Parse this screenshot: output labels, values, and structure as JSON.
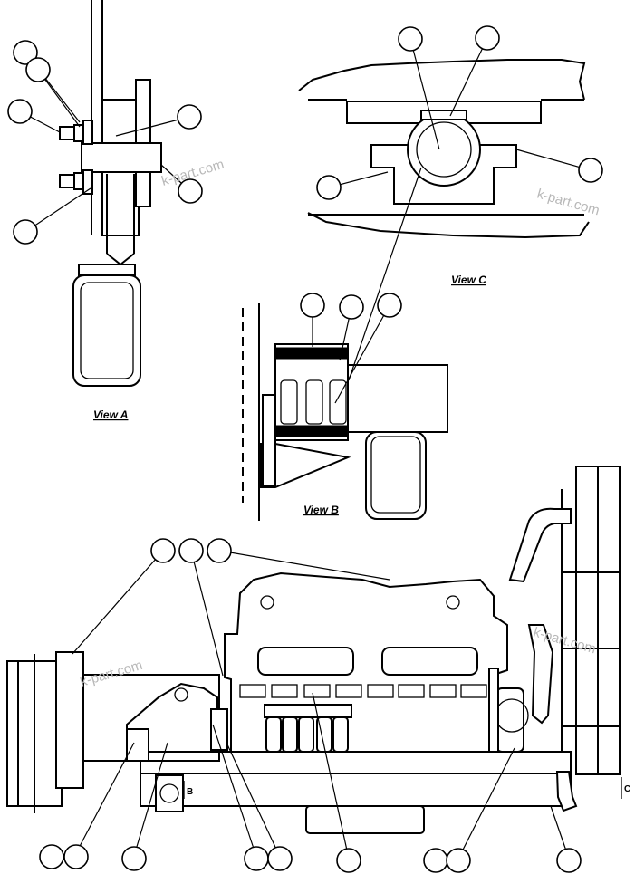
{
  "views": {
    "a": {
      "caption": "View A"
    },
    "b": {
      "caption": "View B"
    },
    "c": {
      "caption": "View C"
    }
  },
  "section_markers": {
    "b": "B",
    "c": "C"
  },
  "watermark": "k-part.com"
}
